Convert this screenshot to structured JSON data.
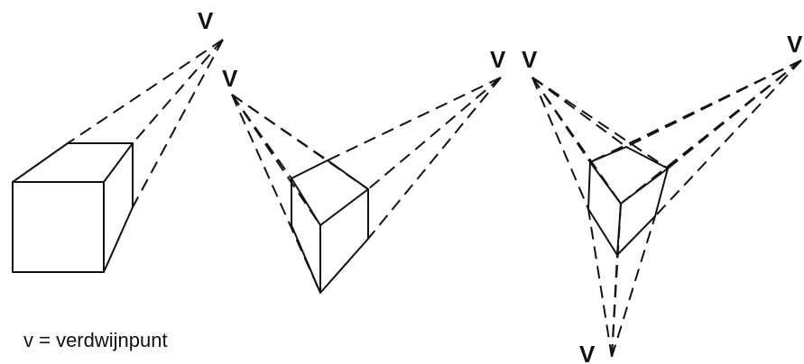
{
  "vanishing_point_label": "V",
  "legend": "v = verdwijnpunt",
  "figures": [
    {
      "name": "one-point-perspective"
    },
    {
      "name": "two-point-perspective"
    },
    {
      "name": "three-point-perspective"
    }
  ],
  "colors": {
    "line": "#111111",
    "background": "#ffffff"
  }
}
